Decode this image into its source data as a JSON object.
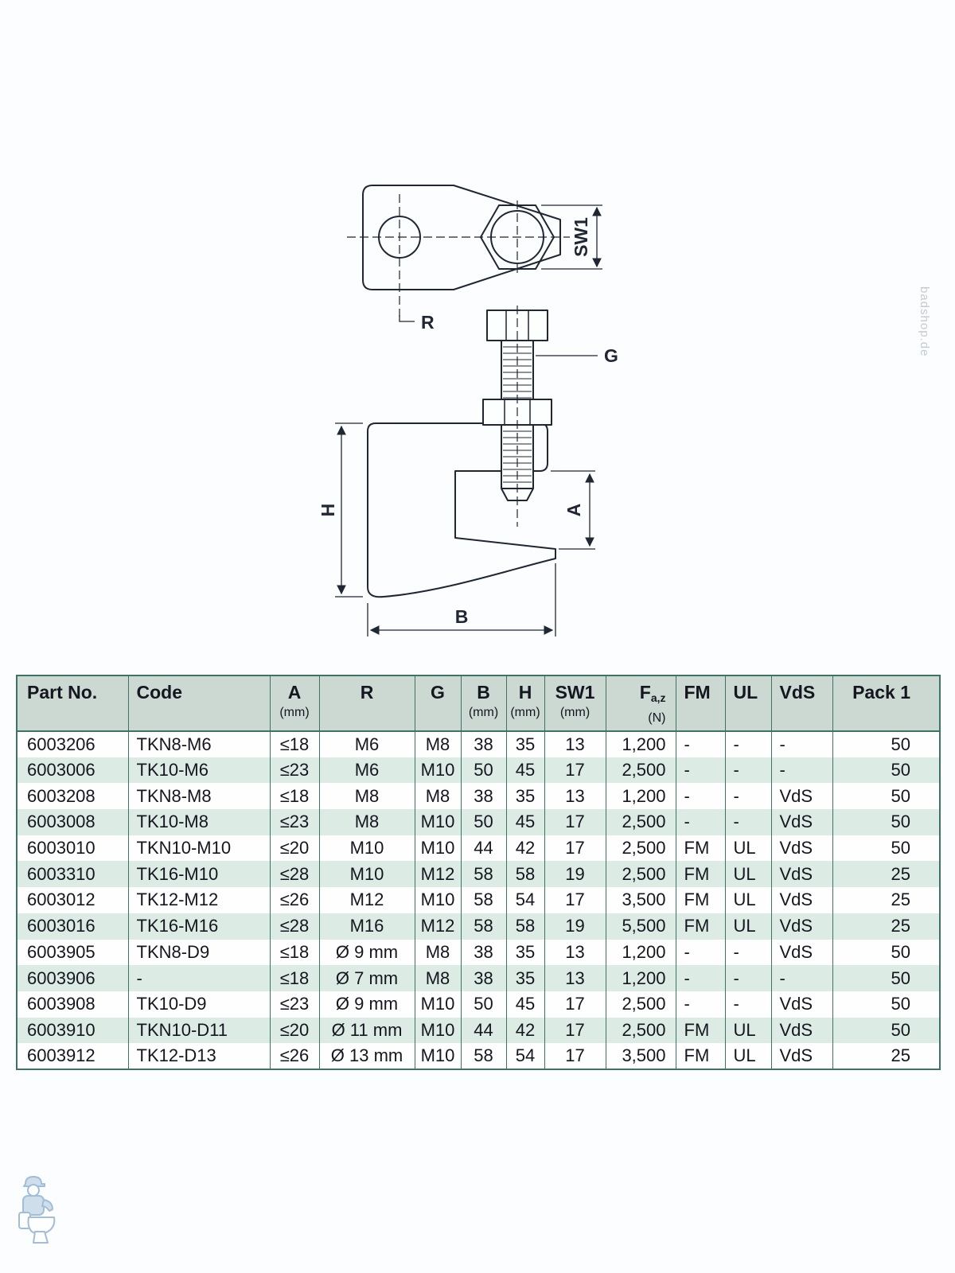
{
  "drawing": {
    "labels": {
      "sw1": "SW1",
      "r": "R",
      "g": "G",
      "h": "H",
      "a": "A",
      "b": "B"
    }
  },
  "table": {
    "columns": [
      {
        "key": "part_no",
        "label": "Part No.",
        "unit": ""
      },
      {
        "key": "code",
        "label": "Code",
        "unit": ""
      },
      {
        "key": "a",
        "label": "A",
        "unit": "(mm)"
      },
      {
        "key": "r",
        "label": "R",
        "unit": ""
      },
      {
        "key": "g",
        "label": "G",
        "unit": ""
      },
      {
        "key": "b",
        "label": "B",
        "unit": "(mm)"
      },
      {
        "key": "h",
        "label": "H",
        "unit": "(mm)"
      },
      {
        "key": "sw1",
        "label": "SW1",
        "unit": "(mm)"
      },
      {
        "key": "faz",
        "label": "F",
        "sub": "a,z",
        "unit": "(N)"
      },
      {
        "key": "fm",
        "label": "FM",
        "unit": ""
      },
      {
        "key": "ul",
        "label": "UL",
        "unit": ""
      },
      {
        "key": "vds",
        "label": "VdS",
        "unit": ""
      },
      {
        "key": "pack1",
        "label": "Pack 1",
        "unit": ""
      }
    ],
    "rows": [
      [
        "6003206",
        "TKN8-M6",
        "≤18",
        "M6",
        "M8",
        "38",
        "35",
        "13",
        "1,200",
        "-",
        "-",
        "-",
        "50"
      ],
      [
        "6003006",
        "TK10-M6",
        "≤23",
        "M6",
        "M10",
        "50",
        "45",
        "17",
        "2,500",
        "-",
        "-",
        "-",
        "50"
      ],
      [
        "6003208",
        "TKN8-M8",
        "≤18",
        "M8",
        "M8",
        "38",
        "35",
        "13",
        "1,200",
        "-",
        "-",
        "VdS",
        "50"
      ],
      [
        "6003008",
        "TK10-M8",
        "≤23",
        "M8",
        "M10",
        "50",
        "45",
        "17",
        "2,500",
        "-",
        "-",
        "VdS",
        "50"
      ],
      [
        "6003010",
        "TKN10-M10",
        "≤20",
        "M10",
        "M10",
        "44",
        "42",
        "17",
        "2,500",
        "FM",
        "UL",
        "VdS",
        "50"
      ],
      [
        "6003310",
        "TK16-M10",
        "≤28",
        "M10",
        "M12",
        "58",
        "58",
        "19",
        "2,500",
        "FM",
        "UL",
        "VdS",
        "25"
      ],
      [
        "6003012",
        "TK12-M12",
        "≤26",
        "M12",
        "M10",
        "58",
        "54",
        "17",
        "3,500",
        "FM",
        "UL",
        "VdS",
        "25"
      ],
      [
        "6003016",
        "TK16-M16",
        "≤28",
        "M16",
        "M12",
        "58",
        "58",
        "19",
        "5,500",
        "FM",
        "UL",
        "VdS",
        "25"
      ],
      [
        "6003905",
        "TKN8-D9",
        "≤18",
        "Ø 9 mm",
        "M8",
        "38",
        "35",
        "13",
        "1,200",
        "-",
        "-",
        "VdS",
        "50"
      ],
      [
        "6003906",
        "-",
        "≤18",
        "Ø 7 mm",
        "M8",
        "38",
        "35",
        "13",
        "1,200",
        "-",
        "-",
        "-",
        "50"
      ],
      [
        "6003908",
        "TK10-D9",
        "≤23",
        "Ø 9 mm",
        "M10",
        "50",
        "45",
        "17",
        "2,500",
        "-",
        "-",
        "VdS",
        "50"
      ],
      [
        "6003910",
        "TKN10-D11",
        "≤20",
        "Ø 11 mm",
        "M10",
        "44",
        "42",
        "17",
        "2,500",
        "FM",
        "UL",
        "VdS",
        "50"
      ],
      [
        "6003912",
        "TK12-D13",
        "≤26",
        "Ø 13 mm",
        "M10",
        "58",
        "54",
        "17",
        "3,500",
        "FM",
        "UL",
        "VdS",
        "25"
      ]
    ]
  },
  "watermark": {
    "side_text": "badshop.de"
  }
}
